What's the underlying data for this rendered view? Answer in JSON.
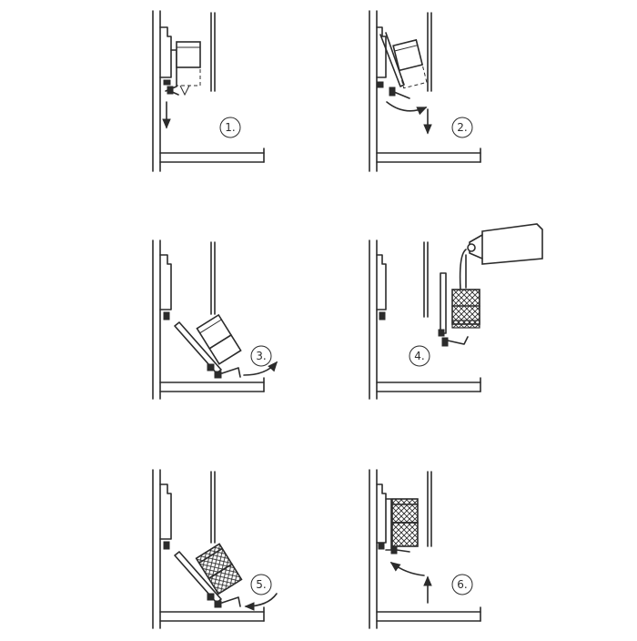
{
  "steps": [
    {
      "label": "1."
    },
    {
      "label": "2."
    },
    {
      "label": "3."
    },
    {
      "label": "4."
    },
    {
      "label": "5."
    },
    {
      "label": "6."
    }
  ],
  "icons": {
    "step-marker": "circled-number-icon",
    "direction": "arrow-icon",
    "filter": "filter-cartridge-icon",
    "canister": "canister-icon"
  },
  "colors": {
    "line": "#2b2b2b",
    "background": "#ffffff"
  }
}
